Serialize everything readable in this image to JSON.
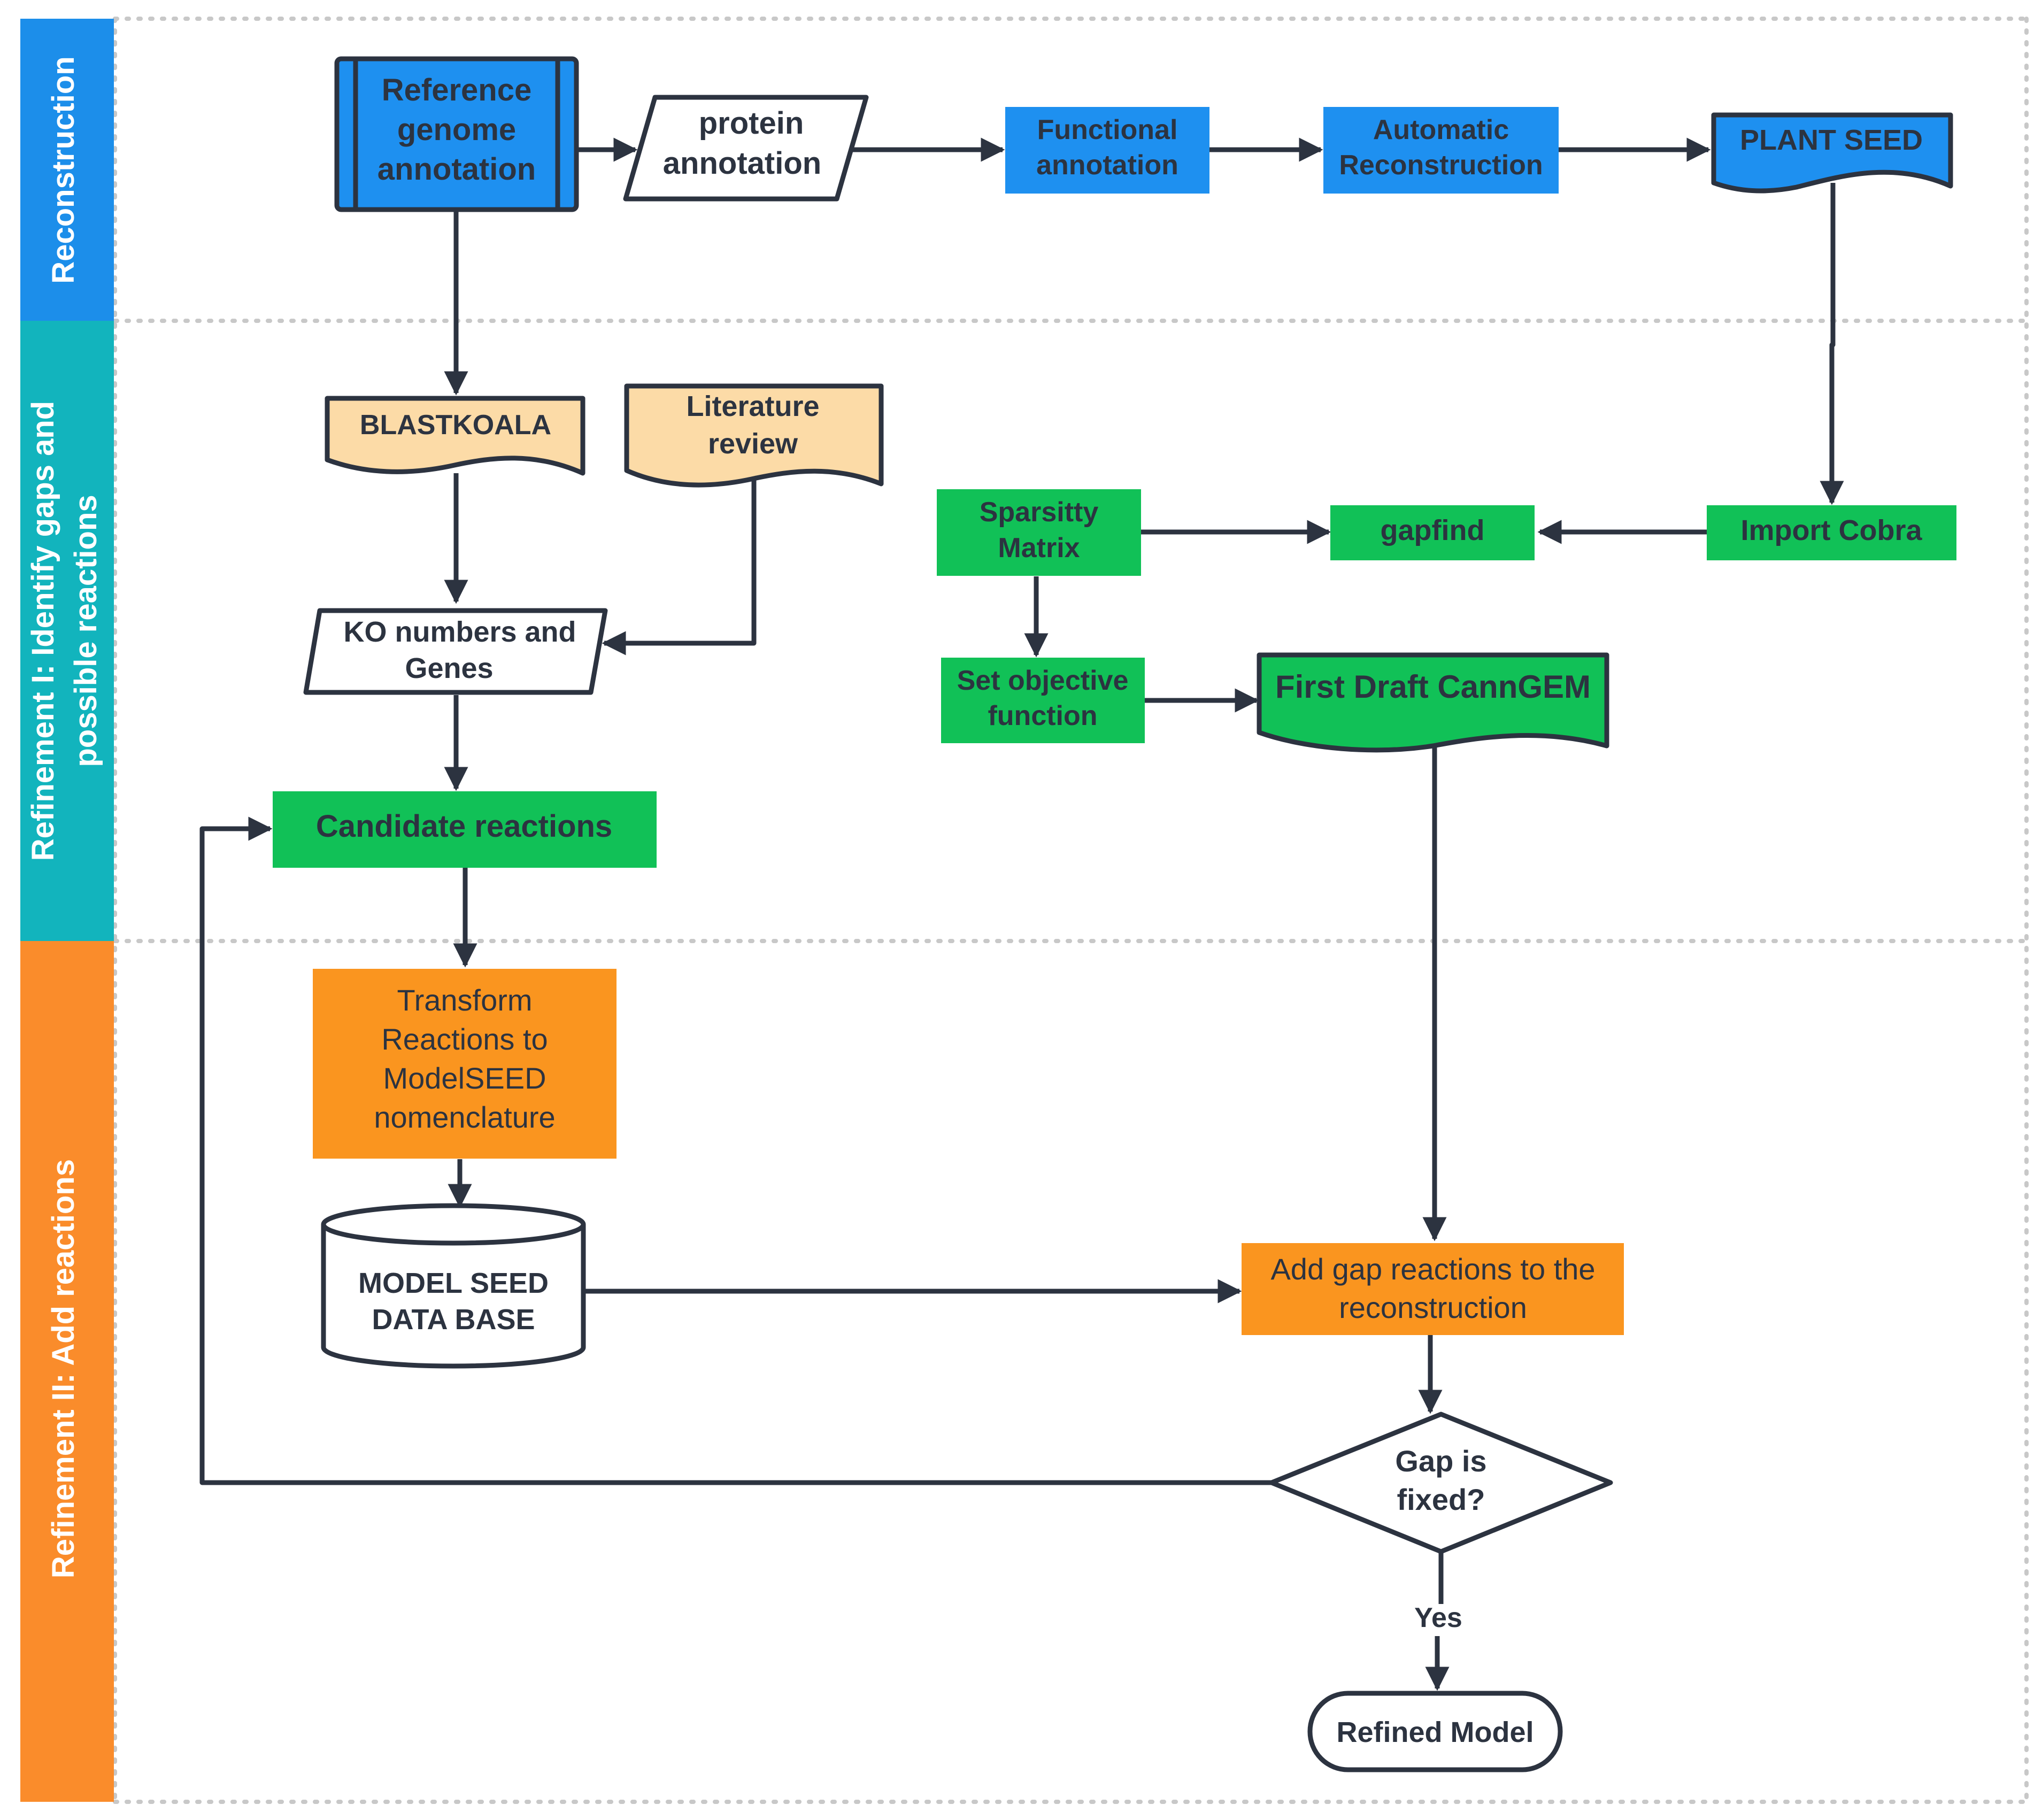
{
  "lanes": [
    {
      "label": "Reconstruction",
      "color": "#1c8eea"
    },
    {
      "label_lines": [
        "Refinement I: Identify gaps and",
        "possible  reactions"
      ],
      "color": "#12b4bd"
    },
    {
      "label": "Refinement II: Add reactions",
      "color": "#fa8c2b"
    }
  ],
  "colors": {
    "blue": "#1e90f0",
    "green": "#11c157",
    "orange": "#fa951f",
    "peach": "#fcdba7",
    "white": "#ffffff",
    "stroke": "#2c3340",
    "separator": "#c8c8c8"
  },
  "nodes": {
    "ref_genome": {
      "lines": [
        "Reference",
        "genome",
        "annotation"
      ],
      "shape": "predefined-process"
    },
    "protein_annotation": {
      "lines": [
        "protein",
        "annotation"
      ],
      "shape": "parallelogram"
    },
    "functional_annotation": {
      "lines": [
        "Functional",
        "annotation"
      ],
      "shape": "process"
    },
    "automatic_reconstruction": {
      "lines": [
        "Automatic",
        "Reconstruction"
      ],
      "shape": "process"
    },
    "plant_seed": {
      "lines": [
        "PLANT SEED"
      ],
      "shape": "document"
    },
    "blastkoala": {
      "lines": [
        "BLASTKOALA"
      ],
      "shape": "document"
    },
    "literature_review": {
      "lines": [
        "Literature",
        "review"
      ],
      "shape": "document"
    },
    "ko_numbers": {
      "lines": [
        "KO numbers and",
        "Genes"
      ],
      "shape": "parallelogram"
    },
    "candidate_reactions": {
      "lines": [
        "Candidate reactions"
      ],
      "shape": "process"
    },
    "sparsity_matrix": {
      "lines": [
        "Sparsitty",
        "Matrix"
      ],
      "shape": "process"
    },
    "gapfind": {
      "lines": [
        "gapfind"
      ],
      "shape": "process"
    },
    "import_cobra": {
      "lines": [
        "Import Cobra"
      ],
      "shape": "process"
    },
    "set_objective": {
      "lines": [
        "Set objective",
        "function"
      ],
      "shape": "process"
    },
    "first_draft": {
      "lines": [
        "First Draft CannGEM"
      ],
      "shape": "document"
    },
    "transform_reactions": {
      "lines": [
        "Transform",
        "Reactions to",
        "ModelSEED",
        "nomenclature"
      ],
      "shape": "process"
    },
    "model_seed_db": {
      "lines": [
        "MODEL SEED",
        "DATA BASE"
      ],
      "shape": "database"
    },
    "add_gap_reactions": {
      "lines": [
        "Add gap reactions to the",
        "reconstruction"
      ],
      "shape": "process"
    },
    "gap_fixed": {
      "lines": [
        "Gap is",
        "fixed?"
      ],
      "shape": "decision"
    },
    "refined_model": {
      "lines": [
        "Refined Model"
      ],
      "shape": "terminator"
    }
  },
  "edge_labels": {
    "yes": "Yes"
  }
}
